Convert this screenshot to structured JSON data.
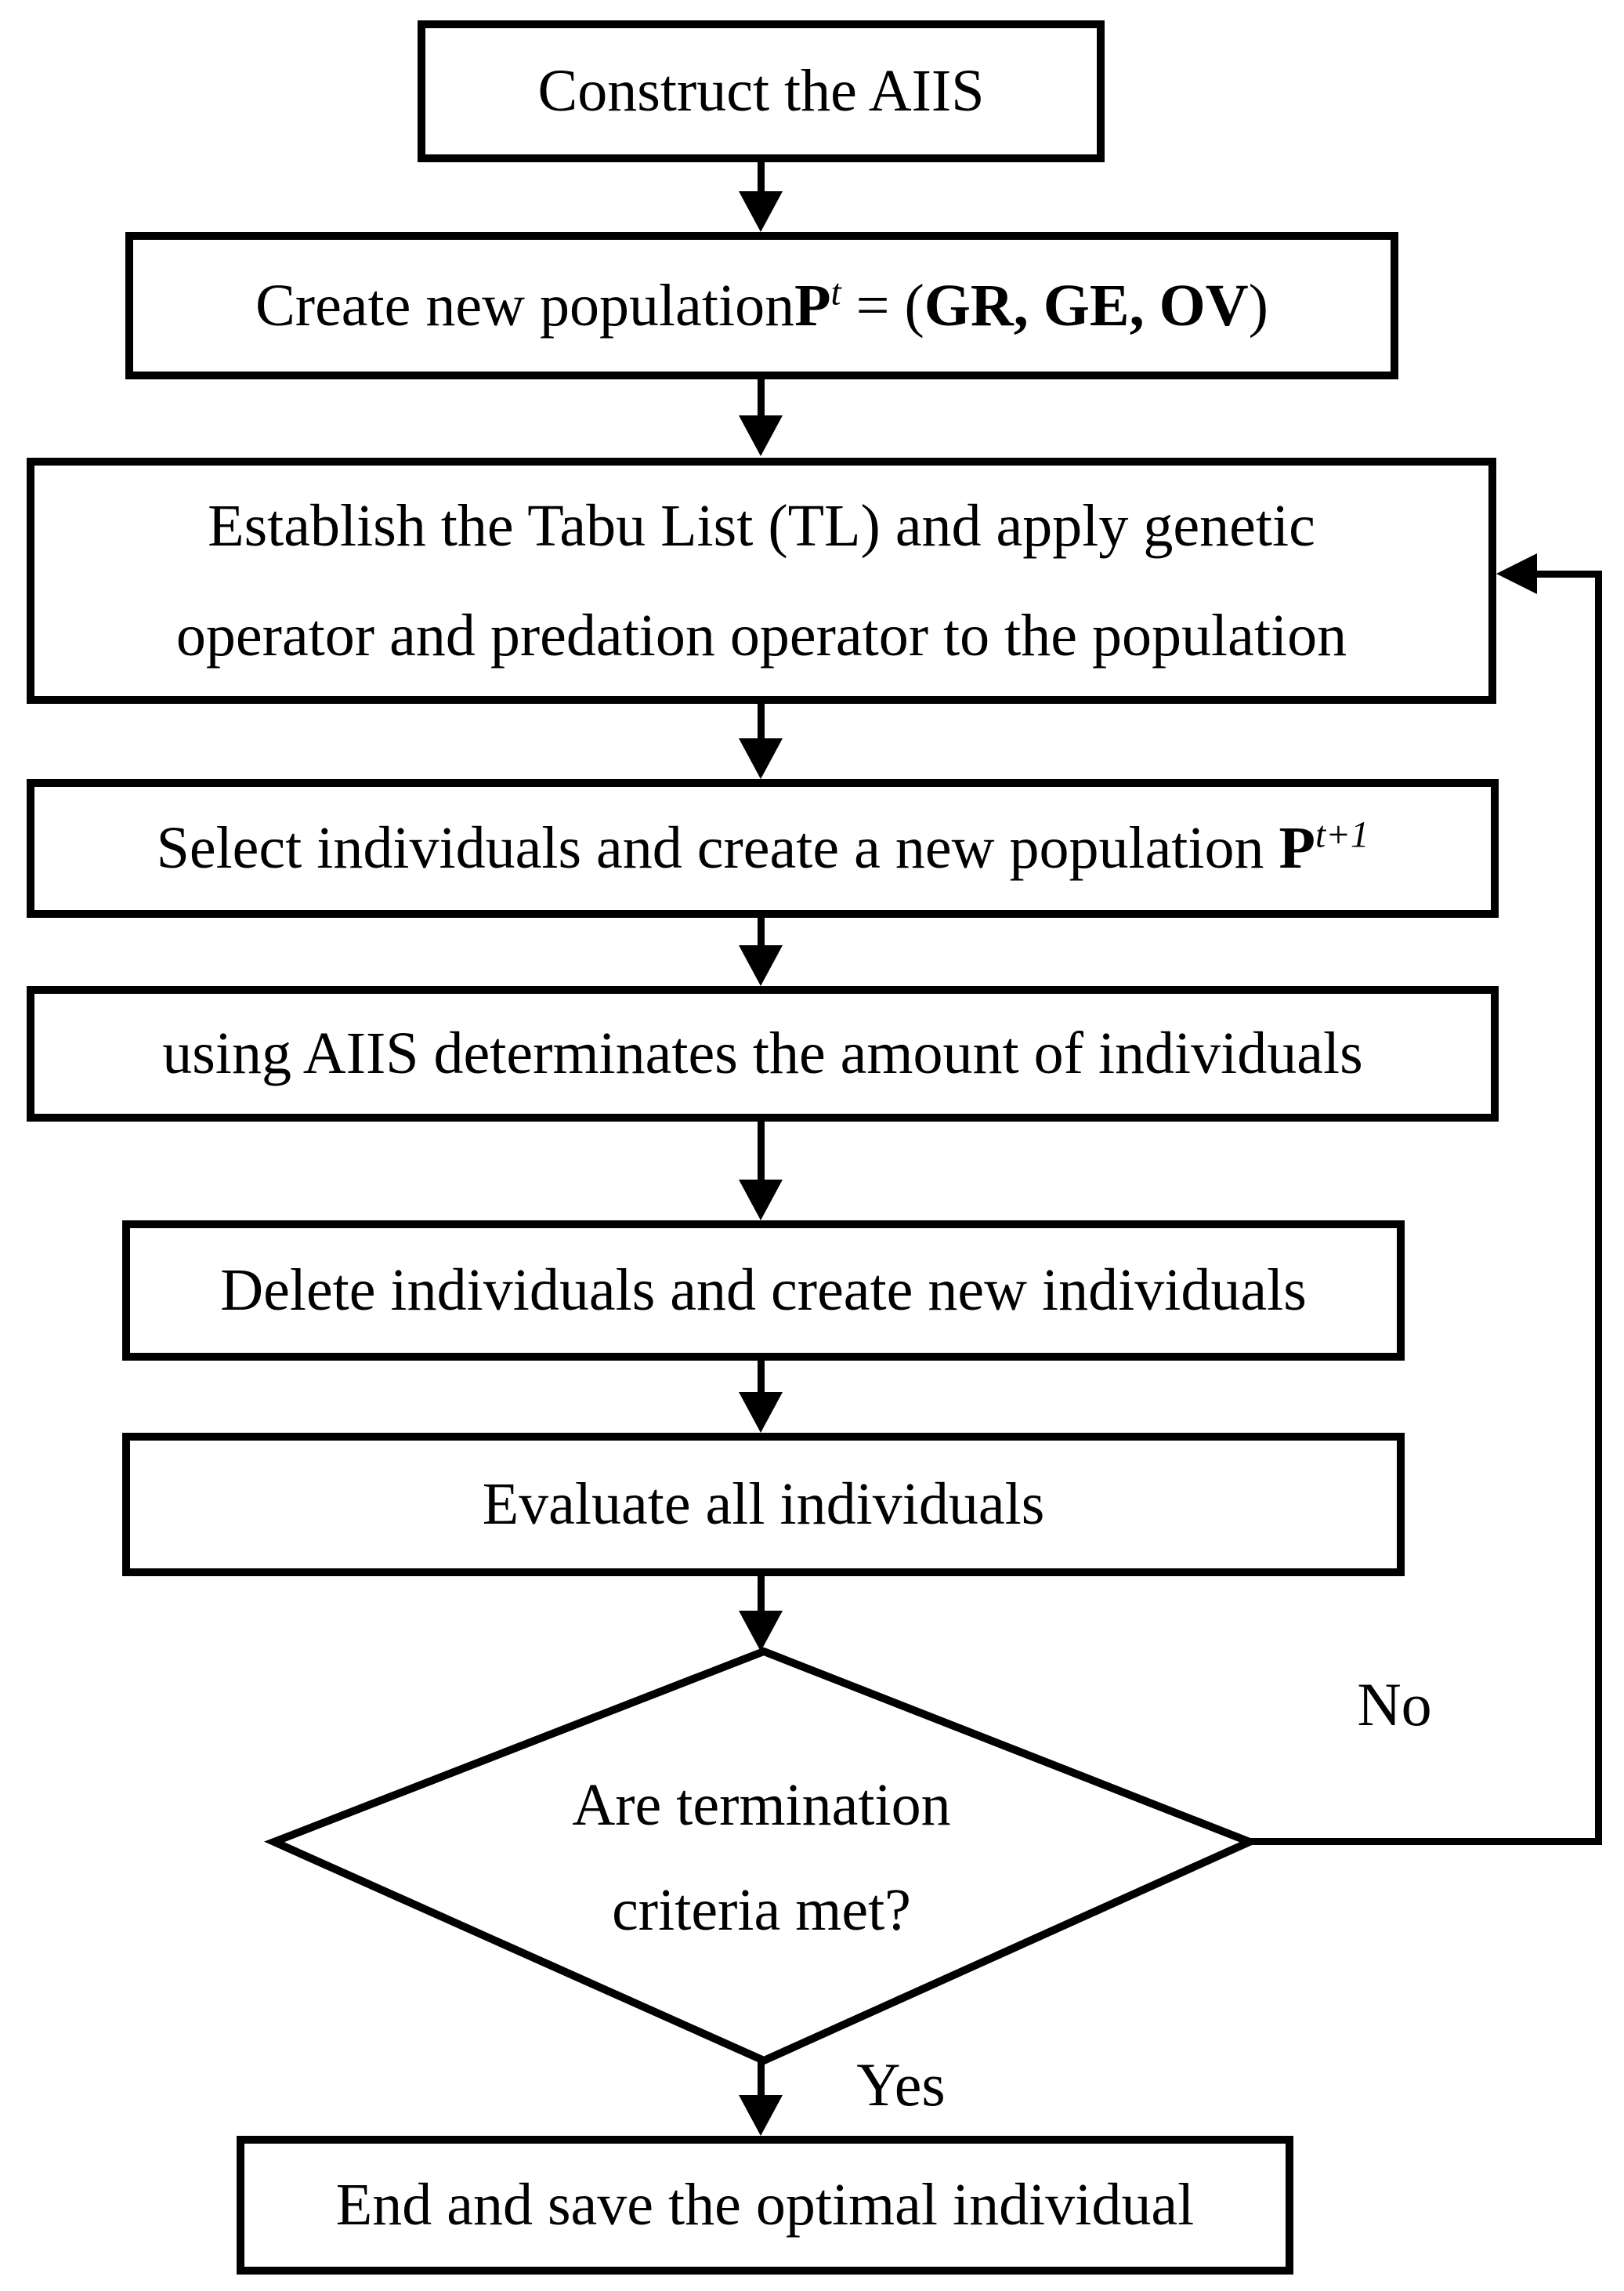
{
  "diagram": {
    "type": "flowchart",
    "background": "#ffffff",
    "stroke_color": "#000000",
    "nodes": {
      "construct_aiis": {
        "label": "Construct the AIIS"
      },
      "create_population": {
        "text": "Create new population",
        "formula_base": "P",
        "formula_sup": "t",
        "formula_eq": " = (",
        "formula_args": "GR, GE, OV",
        "formula_close": ")"
      },
      "establish_tabu": {
        "line1": "Establish the Tabu List (TL) and apply genetic",
        "line2": "operator and predation operator to the population"
      },
      "select_individuals": {
        "text": "Select individuals and create a new population ",
        "formula_base": "P",
        "formula_sup": "t+1"
      },
      "aiis_determinates": {
        "label": "using AIIS determinates the amount of individuals"
      },
      "delete_individuals": {
        "label": "Delete individuals and create new individuals"
      },
      "evaluate_individuals": {
        "label": "Evaluate all individuals"
      },
      "termination_decision": {
        "line1": "Are termination",
        "line2": "criteria met?"
      },
      "end_save": {
        "label": "End and save the optimal individual"
      }
    },
    "edge_labels": {
      "yes": "Yes",
      "no": "No"
    }
  }
}
